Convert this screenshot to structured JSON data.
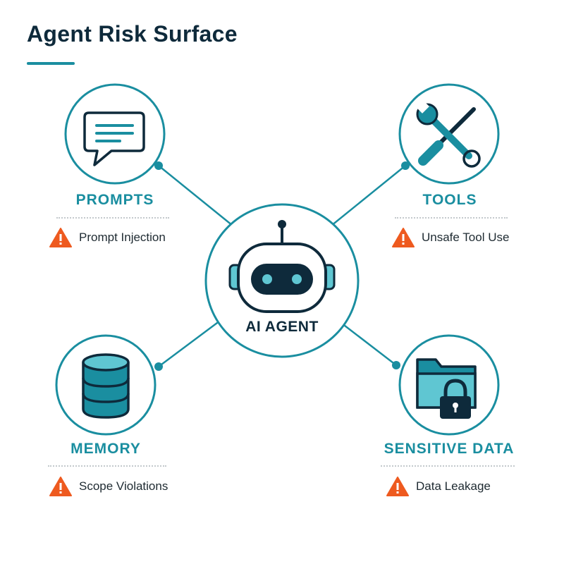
{
  "title": "Agent Risk Surface",
  "center": {
    "label": "AI AGENT",
    "icon": "robot-icon"
  },
  "colors": {
    "teal": "#1a8ea0",
    "teal_light": "#5fc6d2",
    "navy": "#0e2a3b",
    "warning": "#ee5a1f"
  },
  "nodes": {
    "prompts": {
      "label": "PROMPTS",
      "risk": "Prompt Injection",
      "icon": "chat-bubble-icon"
    },
    "tools": {
      "label": "TOOLS",
      "risk": "Unsafe Tool Use",
      "icon": "wrench-screwdriver-icon"
    },
    "memory": {
      "label": "MEMORY",
      "risk": "Scope Violations",
      "icon": "database-icon"
    },
    "data": {
      "label": "SENSITIVE DATA",
      "risk": "Data Leakage",
      "icon": "locked-folder-icon"
    }
  }
}
